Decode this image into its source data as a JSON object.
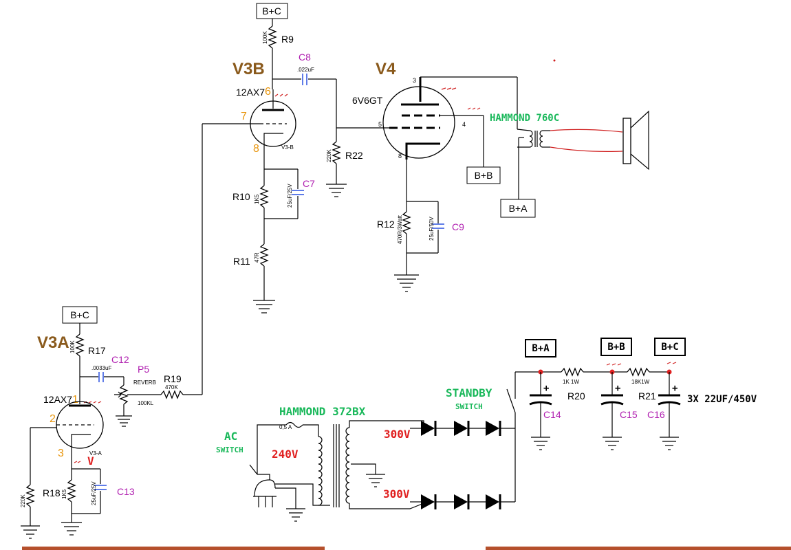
{
  "supply_boxes": {
    "v3b_top": "B+C",
    "v3a_top": "B+C",
    "v4_screen": "B+B",
    "xfmr_center": "B+A",
    "psu_a": "B+A",
    "psu_b": "B+B",
    "psu_c": "B+C"
  },
  "tubes": {
    "v3b": {
      "name": "V3B",
      "type": "12AX7",
      "section": "V3-B",
      "pin_plate": "6",
      "pin_grid": "7",
      "pin_cathode": "8"
    },
    "v3a": {
      "name": "V3A",
      "type": "12AX7",
      "section": "V3-A",
      "pin_plate": "1",
      "pin_grid": "2",
      "pin_cathode": "3",
      "mark": "V"
    },
    "v4": {
      "name": "V4",
      "type": "6V6GT",
      "pin_plate": "3",
      "pin_screen": "4",
      "pin_grid": "5",
      "pin_cathode": "8"
    }
  },
  "resistors": {
    "r9": {
      "name": "R9",
      "value": "100K"
    },
    "r22": {
      "name": "R22",
      "value": "220K"
    },
    "r10": {
      "name": "R10",
      "value": "1K5"
    },
    "r11": {
      "name": "R11",
      "value": "47R"
    },
    "r12": {
      "name": "R12",
      "value": "470R/3Watt"
    },
    "r17": {
      "name": "R17",
      "value": "100K"
    },
    "r18": {
      "name": "R18",
      "value": "1K5"
    },
    "r18b": {
      "value": "220K"
    },
    "r19": {
      "name": "R19",
      "value": "470K"
    },
    "r20": {
      "name": "R20",
      "value": "1K 1W"
    },
    "r21": {
      "name": "R21",
      "value": "18K1W"
    }
  },
  "capacitors": {
    "c8": {
      "name": "C8",
      "value": ".022uF"
    },
    "c7": {
      "name": "C7",
      "value": "25uF/25V"
    },
    "c9": {
      "name": "C9",
      "value": "25uF/50V"
    },
    "c12": {
      "name": "C12",
      "value": ".0033uF"
    },
    "c13": {
      "name": "C13",
      "value": "25uF/25V"
    },
    "c14": {
      "name": "C14"
    },
    "c15": {
      "name": "C15"
    },
    "c16": {
      "name": "C16"
    },
    "note": "3X 22UF/450V",
    "plus": "+"
  },
  "pot": {
    "name": "P5",
    "label": "REVERB",
    "value": "100KL"
  },
  "transformers": {
    "output": "HAMMOND 760C",
    "power": "HAMMOND 372BX",
    "fuse": "0,5 A",
    "primary_v": "240V",
    "sec_top_v": "300V",
    "sec_bot_v": "300V"
  },
  "switches": {
    "ac": "AC",
    "ac_sub": "SWITCH",
    "standby": "STANDBY",
    "standby_sub": "SWITCH"
  }
}
